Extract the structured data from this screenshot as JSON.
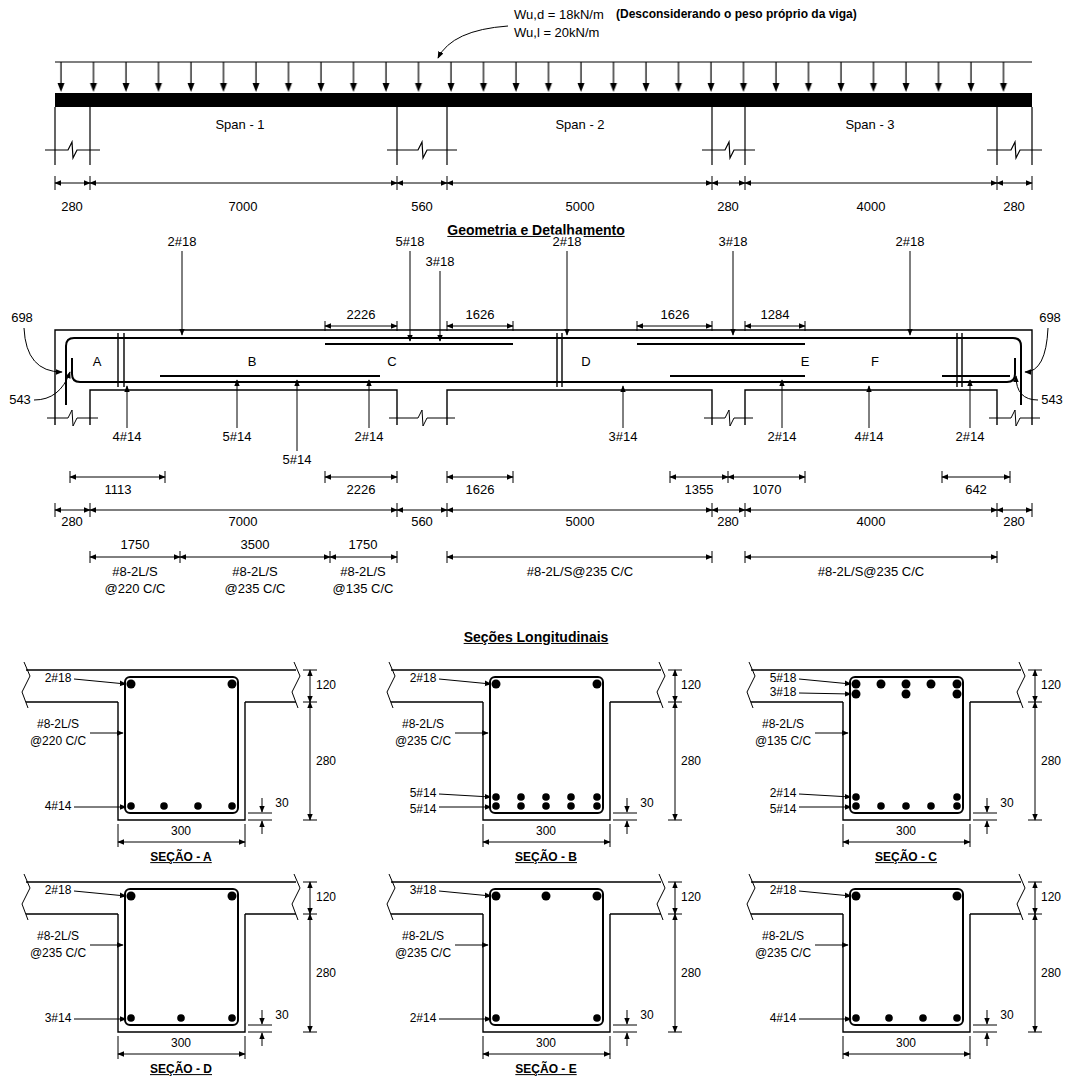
{
  "diagram": {
    "labels": [
      "Wu,d = 18kN/m",
      "(Desconsiderando o peso próprio da viga)",
      "Wu,l = 20kN/m",
      "Span - 1",
      "Span - 2",
      "Span - 3",
      "280",
      "7000",
      "560",
      "5000",
      "280",
      "4000",
      "280",
      "Geometria e Detalhamento",
      "2#18",
      "5#18",
      "3#18",
      "2#18",
      "3#18",
      "2#18",
      "698",
      "2226",
      "1626",
      "1626",
      "1284",
      "698",
      "543",
      "543",
      "A",
      "B",
      "C",
      "D",
      "E",
      "F",
      "4#14",
      "5#14",
      "5#14",
      "2#14",
      "3#14",
      "2#14",
      "4#14",
      "2#14",
      "1113",
      "2226",
      "1626",
      "1355",
      "1070",
      "642",
      "280",
      "7000",
      "560",
      "5000",
      "280",
      "4000",
      "280",
      "1750",
      "3500",
      "1750",
      "#8-2L/S",
      "@220 C/C",
      "#8-2L/S",
      "@235 C/C",
      "#8-2L/S",
      "@135 C/C",
      "#8-2L/S@235 C/C",
      "#8-2L/S@235 C/C",
      "Seções Longitudinais",
      "2#18",
      "#8-2L/S",
      "@220 C/C",
      "4#14",
      "120",
      "280",
      "30",
      "300",
      "SEÇÃO - A",
      "2#18",
      "#8-2L/S",
      "@235 C/C",
      "5#14",
      "5#14",
      "120",
      "280",
      "30",
      "300",
      "SEÇÃO - B",
      "5#18",
      "3#18",
      "#8-2L/S",
      "@135 C/C",
      "2#14",
      "5#14",
      "120",
      "280",
      "30",
      "300",
      "SEÇÃO - C",
      "2#18",
      "#8-2L/S",
      "@235 C/C",
      "3#14",
      "120",
      "280",
      "30",
      "300",
      "SEÇÃO - D",
      "3#18",
      "#8-2L/S",
      "@235 C/C",
      "2#14",
      "120",
      "280",
      "30",
      "300",
      "SEÇÃO - E",
      "2#18",
      "#8-2L/S",
      "@235 C/C",
      "4#14",
      "120",
      "280",
      "30",
      "300"
    ]
  }
}
